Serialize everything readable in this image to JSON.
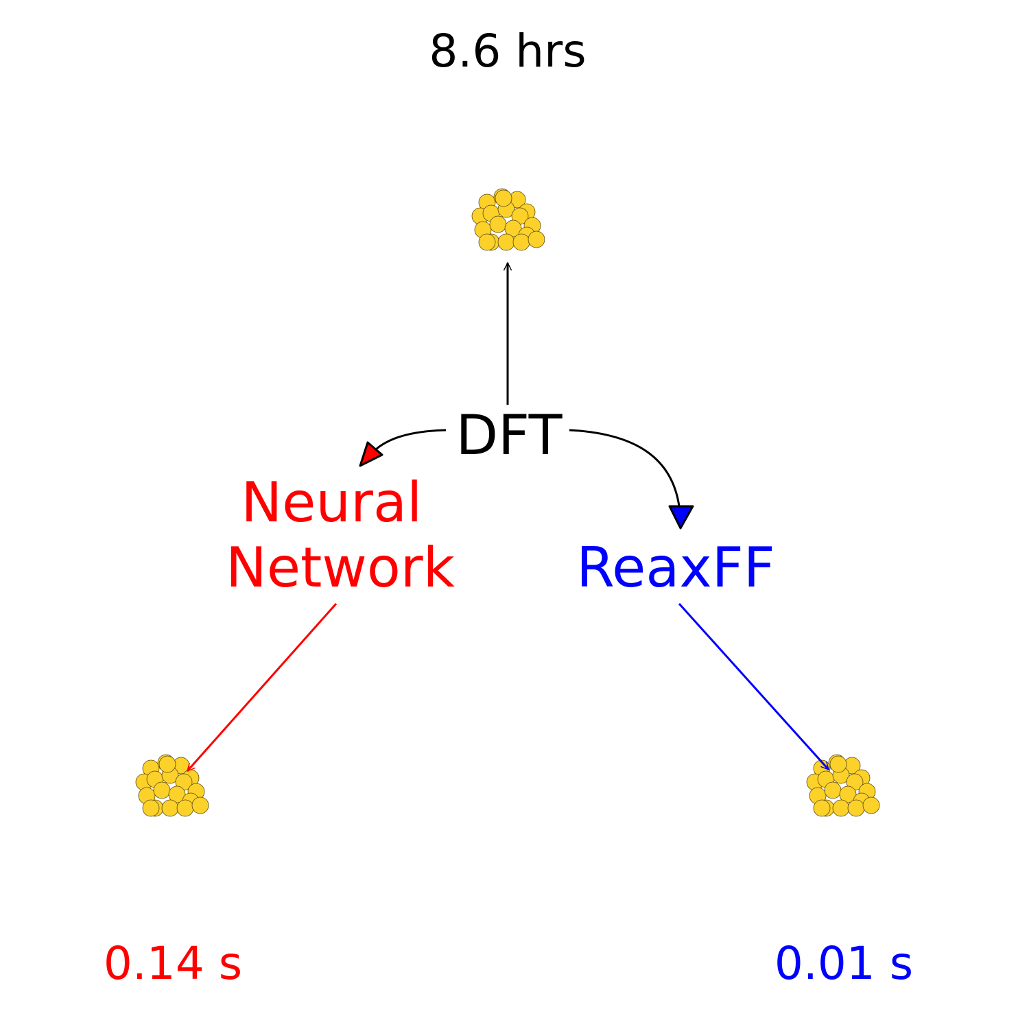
{
  "diagram": {
    "top_time": "8.6 hrs",
    "center_label": "DFT",
    "left_label": [
      "Neural",
      "Network"
    ],
    "right_label": "ReaxFF",
    "left_time": "0.14 s",
    "right_time": "0.01 s"
  },
  "colors": {
    "dft": "#000000",
    "neural_network": "#ff0000",
    "reaxff": "#0000ff",
    "atom_fill": "#fcd12a",
    "atom_stroke": "#5a4a10"
  },
  "icons": {
    "cluster": "nanoparticle-cluster-icon"
  }
}
